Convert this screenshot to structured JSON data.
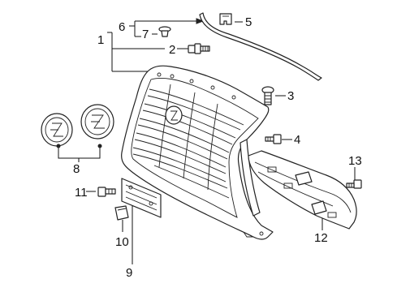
{
  "diagram": {
    "callouts": [
      {
        "id": "1",
        "text": "1"
      },
      {
        "id": "2",
        "text": "2"
      },
      {
        "id": "3",
        "text": "3"
      },
      {
        "id": "4",
        "text": "4"
      },
      {
        "id": "5",
        "text": "5"
      },
      {
        "id": "6",
        "text": "6"
      },
      {
        "id": "7",
        "text": "7"
      },
      {
        "id": "8",
        "text": "8"
      },
      {
        "id": "9",
        "text": "9"
      },
      {
        "id": "10",
        "text": "10"
      },
      {
        "id": "11",
        "text": "11"
      },
      {
        "id": "12",
        "text": "12"
      },
      {
        "id": "13",
        "text": "13"
      }
    ],
    "line_color": "#111111",
    "background": "#ffffff"
  }
}
